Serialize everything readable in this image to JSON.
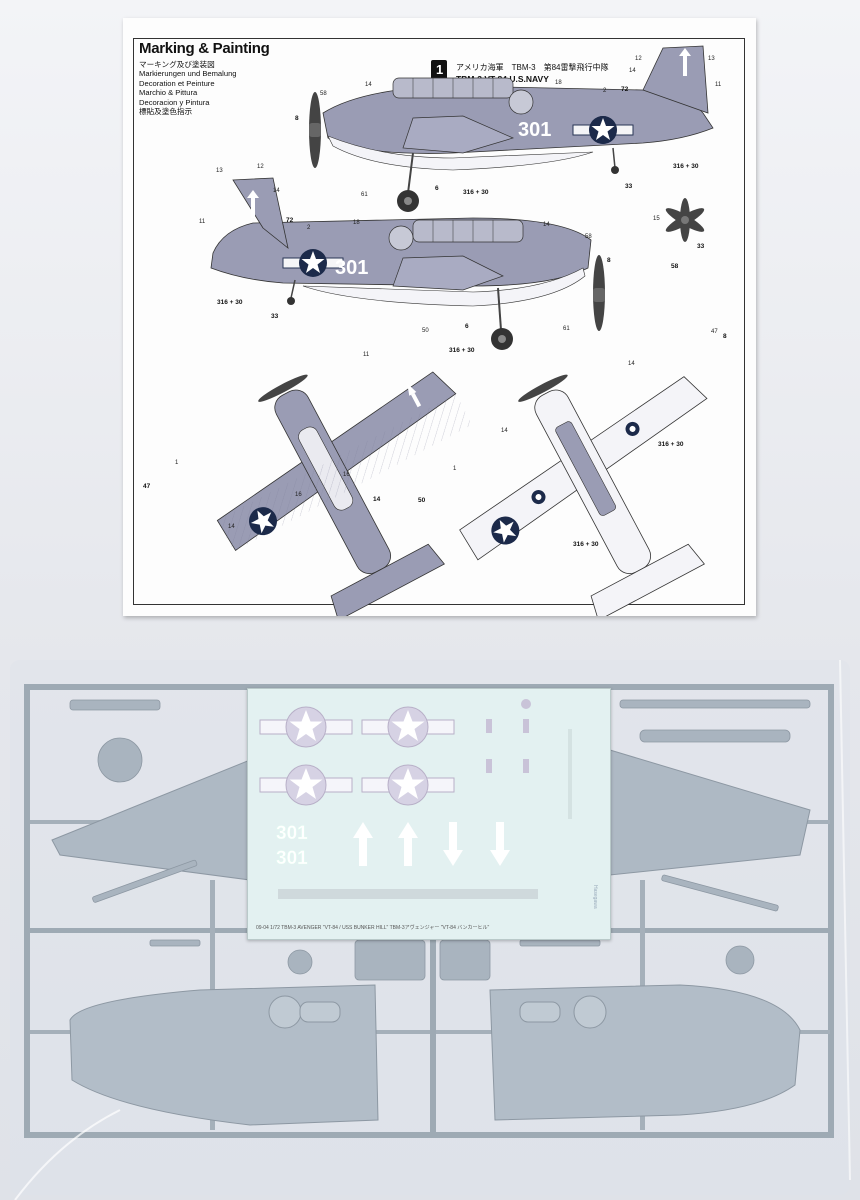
{
  "sheet": {
    "title": "Marking & Painting",
    "languages": [
      "マーキング及び塗装図",
      "Markierungen und Bemalung",
      "Decoration et Peinture",
      "Marchio & Pittura",
      "Decoracion y Pintura",
      "標貼及塗色指示"
    ],
    "scheme_number": "1",
    "scheme_title_jp": "アメリカ海軍　TBM-3　第84雷撃飛行中隊",
    "scheme_title_en": "TBM-3 VT-84 U.S.NAVY",
    "aircraft_code": "301"
  },
  "callouts": {
    "c2": "2",
    "c6": "6",
    "c8": "8",
    "c11": "11",
    "c12": "12",
    "c13": "13",
    "c14": "14",
    "c15": "15",
    "c16": "16",
    "c18": "18",
    "c1": "1",
    "c33": "33",
    "c47": "47",
    "c50": "50",
    "c58": "58",
    "c61": "61",
    "c72": "72",
    "c316_30": "316 + 30"
  },
  "decal_sheet": {
    "caption": "09-04 1/72 TBM-3 AVENGER \"VT-84 / USS BUNKER HILL\"  TBM-3アヴェンジャー \"VT-84 バンカーヒル\"",
    "maker": "Hasegawa",
    "codes": [
      "301",
      "301"
    ]
  },
  "colors": {
    "upper_gray": "#9a9cb4",
    "lower_white": "#f4f4f8",
    "plastic": "#aeb9c4",
    "decal_bg": "#e3f1f1",
    "insignia_blue": "#1c2a4a"
  }
}
